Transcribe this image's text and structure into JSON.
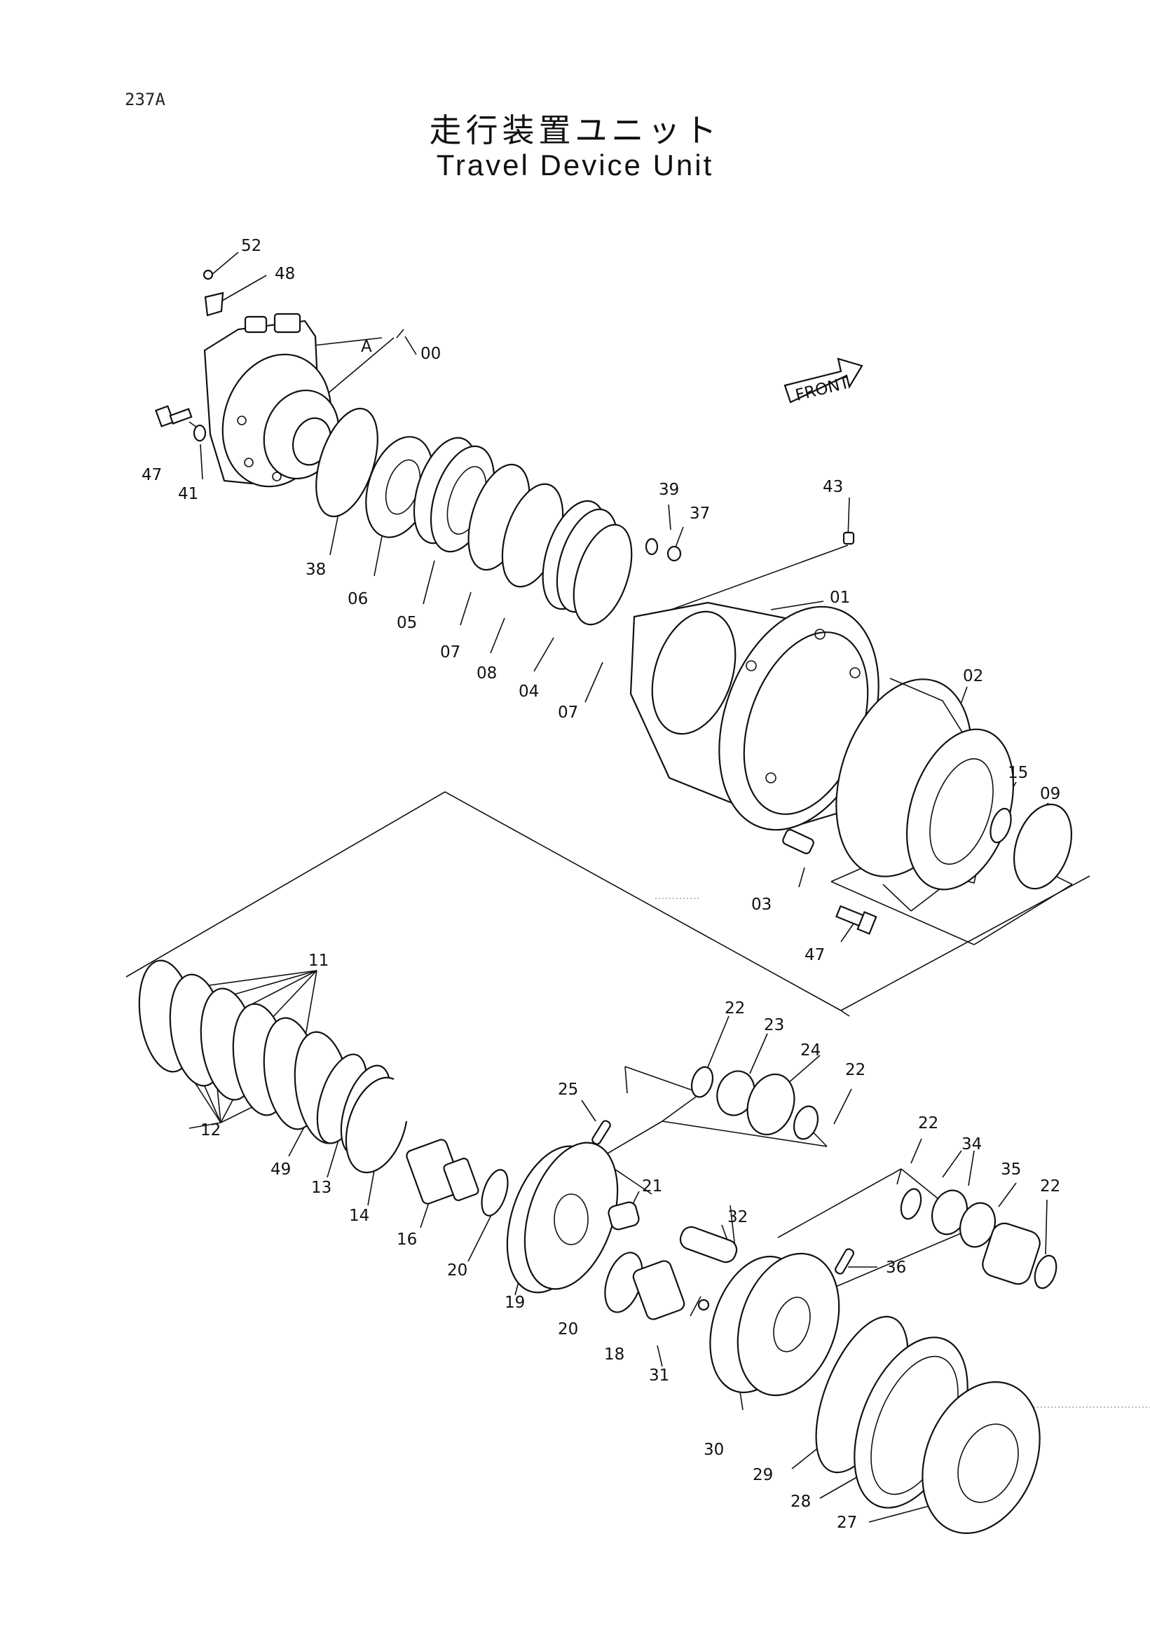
{
  "header": {
    "page_code": "237A",
    "title_jp": "走行装置ユニット",
    "title_en": "Travel Device Unit"
  },
  "front_marker": "FRONT",
  "callouts": {
    "c52": "52",
    "c48": "48",
    "cA": "A",
    "c00": "00",
    "c47a": "47",
    "c41": "41",
    "c38": "38",
    "c06": "06",
    "c05": "05",
    "c07a": "07",
    "c08": "08",
    "c04": "04",
    "c07b": "07",
    "c39": "39",
    "c37": "37",
    "c43": "43",
    "c01": "01",
    "c02": "02",
    "c15": "15",
    "c09": "09",
    "c03": "03",
    "c47b": "47",
    "c11": "11",
    "c12": "12",
    "c49": "49",
    "c13": "13",
    "c14": "14",
    "c16": "16",
    "c20a": "20",
    "c19": "19",
    "c25": "25",
    "c21": "21",
    "c22a": "22",
    "c23": "23",
    "c24": "24",
    "c22b": "22",
    "c20b": "20",
    "c18": "18",
    "c31": "31",
    "c32": "32",
    "c30": "30",
    "c22c": "22",
    "c34": "34",
    "c35": "35",
    "c22d": "22",
    "c36": "36",
    "c29": "29",
    "c28": "28",
    "c27": "27"
  }
}
